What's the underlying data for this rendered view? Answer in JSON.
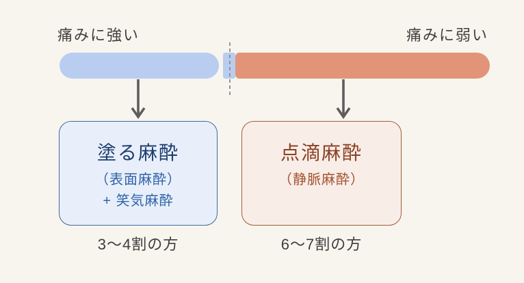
{
  "scale": {
    "left_label": "痛みに強い",
    "right_label": "痛みに弱い"
  },
  "boxes": {
    "left": {
      "title": "塗る麻酔",
      "sub1": "（表面麻酔）",
      "sub2": "+ 笑気麻酔",
      "caption": "3〜4割の方"
    },
    "right": {
      "title": "点滴麻酔",
      "sub1": "（静脈麻酔）",
      "caption": "6〜7割の方"
    }
  },
  "icons": {
    "down_arrow": "↓"
  },
  "colors": {
    "background": "#f8f5ee",
    "bar_blue": "#b8cdf0",
    "bar_orange": "#e29478",
    "box_blue_bg": "#e8effa",
    "box_blue_border": "#40699f",
    "box_red_bg": "#f9ede8",
    "box_red_border": "#a05c3a",
    "title_navy": "#1e3c6e",
    "sub_blue": "#3063a8",
    "title_brown": "#8a4226",
    "sub_brown": "#a2542f",
    "text_gray": "#3d3d3d",
    "arrow_gray": "#5d5d5d",
    "divider_gray": "#949494"
  }
}
